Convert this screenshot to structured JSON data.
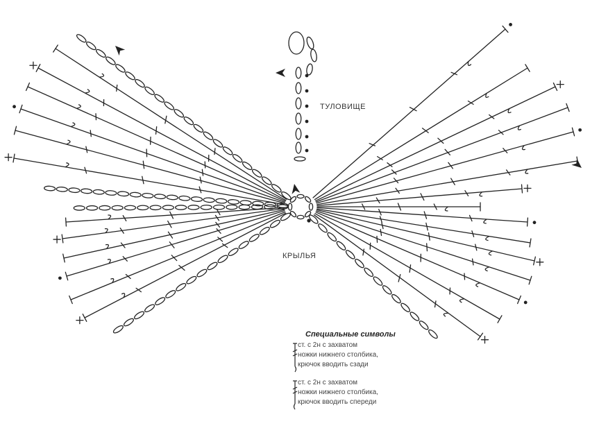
{
  "labels": {
    "body": "ТУЛОВИЩЕ",
    "wings": "КРЫЛЬЯ"
  },
  "legend": {
    "title": "Специальные символы",
    "items": [
      {
        "symbol": "front-post-dc2-back",
        "lines": [
          "ст. с 2н с захватом",
          "ножки нижнего столбика,",
          "крючок вводить сзади"
        ]
      },
      {
        "symbol": "front-post-dc2-front",
        "lines": [
          "ст. с 2н с захватом",
          "ножки нижнего столбика,",
          "крючок вводить спереди"
        ]
      }
    ]
  },
  "colors": {
    "ink": "#222222",
    "background": "#ffffff"
  }
}
